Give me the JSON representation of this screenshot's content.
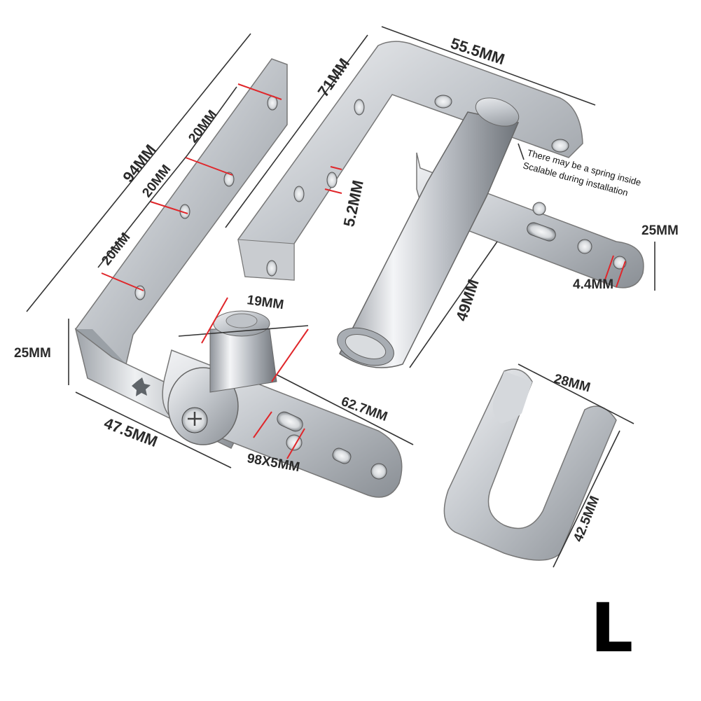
{
  "labels": {
    "d94": "94MM",
    "d20a": "20MM",
    "d20b": "20MM",
    "d20c": "20MM",
    "d71": "71MM",
    "d55": "55.5MM",
    "d52": "5.2MM",
    "d25r": "25MM",
    "d44": "4.4MM",
    "d49": "49MM",
    "d19": "19MM",
    "d25l": "25MM",
    "d475": "47.5MM",
    "d627": "62.7MM",
    "d98": "98X5MM",
    "d28": "28MM",
    "d425": "42.5MM"
  },
  "note": {
    "line1": "There may be a spring inside",
    "line2": "Scalable during installation"
  },
  "model_letter": "L",
  "colors": {
    "steel_light": "#e4e6e9",
    "steel_mid": "#b9bdc2",
    "steel_dark": "#7d8287",
    "accent": "#e0262a"
  }
}
